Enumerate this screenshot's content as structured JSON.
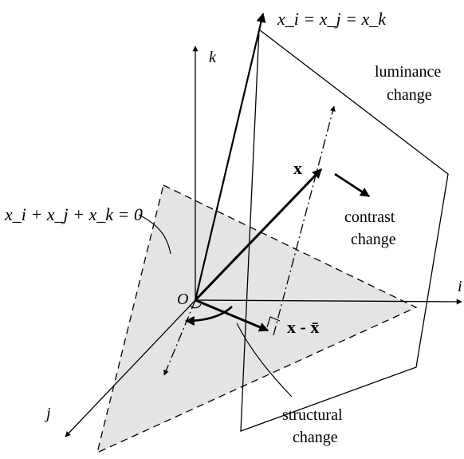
{
  "labels": {
    "diagonal_axis": "x_i = x_j = x_k",
    "plane_equation": "x_i + x_j + x_k = 0",
    "axis_k": "k",
    "axis_i": "i",
    "axis_j": "j",
    "origin": "O",
    "vector_x": "x",
    "vector_x_minus_mean": "x - x̄",
    "luminance_line1": "luminance",
    "luminance_line2": "change",
    "contrast_line1": "contrast",
    "contrast_line2": "change",
    "structural_line1": "structural",
    "structural_line2": "change"
  },
  "colors": {
    "plane_fill": "#e4e4e4",
    "ink": "#000000"
  }
}
